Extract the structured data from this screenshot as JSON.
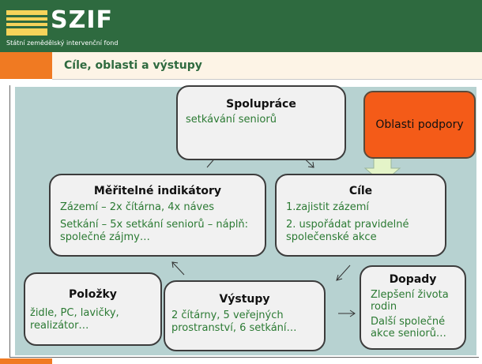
{
  "brand": {
    "name": "SZIF",
    "subtitle": "Státní zemědělský intervenční fond",
    "colors": {
      "green": "#2e6a3f",
      "orange": "#f07a22",
      "flag_yellow": "#f6d35a"
    }
  },
  "slide": {
    "title": "Cíle, oblasti a výstupy"
  },
  "nodes": {
    "spoluprace": {
      "title": "Spolupráce",
      "text": "setkávání seniorů"
    },
    "meritelne": {
      "title": "Měřitelné indikátory",
      "line1": "Zázemí – 2x čítárna, 4x náves",
      "line2": "Setkání – 5x setkání seniorů – náplň: společné zájmy…"
    },
    "cile": {
      "title": "Cíle",
      "line1": "1.zajistit zázemí",
      "line2": "2. uspořádat pravidelné společenské akce"
    },
    "polozky": {
      "title": "Položky",
      "text": "židle, PC, lavičky, realizátor…"
    },
    "vystupy": {
      "title": "Výstupy",
      "text": "2 čítárny, 5 veřejných prostranství, 6 setkání…"
    },
    "dopady": {
      "title": "Dopady",
      "line1": "Zlepšení života rodin",
      "line2": "Další společné akce seniorů…"
    },
    "oblasti": {
      "text": "Oblasti podpory",
      "color": "#f45b18"
    }
  },
  "diagram_colors": {
    "panel": "#b7d2d1",
    "node_text": "#2b7a33",
    "arrow_fill": "#e4f4c8"
  }
}
